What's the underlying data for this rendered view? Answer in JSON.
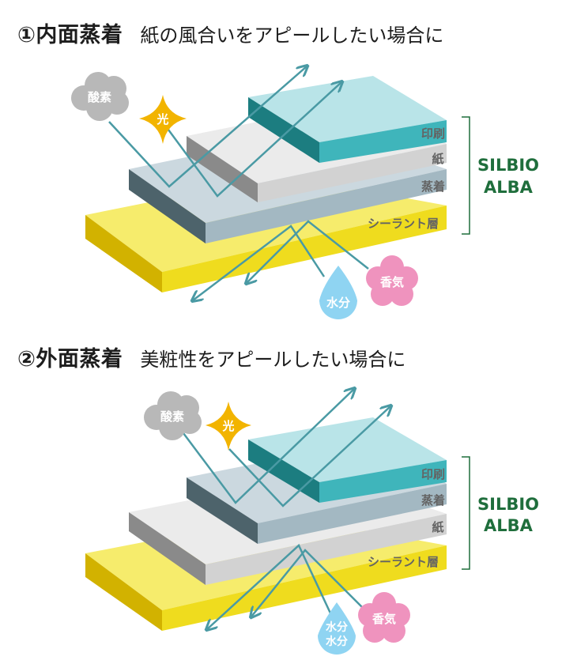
{
  "section1": {
    "number": "①内面蒸着",
    "subtitle": "紙の風合いをアピールしたい場合に",
    "layers": {
      "print": "印刷",
      "paper": "紙",
      "vapor": "蒸着",
      "sealant": "シーラント層"
    },
    "brand_line1": "SILBIO",
    "brand_line2": "ALBA",
    "badges": {
      "oxygen": "酸素",
      "light": "光",
      "moisture": "水分",
      "aroma": "香気"
    }
  },
  "section2": {
    "number": "②外面蒸着",
    "subtitle": "美粧性をアピールしたい場合に",
    "layers": {
      "print": "印刷",
      "vapor": "蒸着",
      "paper": "紙",
      "sealant": "シーラント層"
    },
    "brand_line1": "SILBIO",
    "brand_line2": "ALBA",
    "badges": {
      "oxygen": "酸素",
      "light": "光",
      "moisture_line1": "水分",
      "moisture_line2": "水分",
      "aroma": "香気"
    }
  },
  "colors": {
    "print_top": "#b9e4e8",
    "print_front": "#3fb5bb",
    "print_side": "#1c7d80",
    "paper_top": "#ebebeb",
    "paper_front": "#d2d2d2",
    "paper_side": "#8a8a8a",
    "vapor_top": "#cbd8df",
    "vapor_front": "#a3b8c2",
    "vapor_side": "#4d636b",
    "sealant_top": "#f6ec6c",
    "sealant_front": "#efdc1e",
    "sealant_side": "#d2b200",
    "arrow": "#4a9aa4",
    "brand": "#1f6e3c",
    "oxygen": "#b8b8b8",
    "light": "#f2b400",
    "moisture": "#8fd4f2",
    "aroma": "#ef93be"
  }
}
